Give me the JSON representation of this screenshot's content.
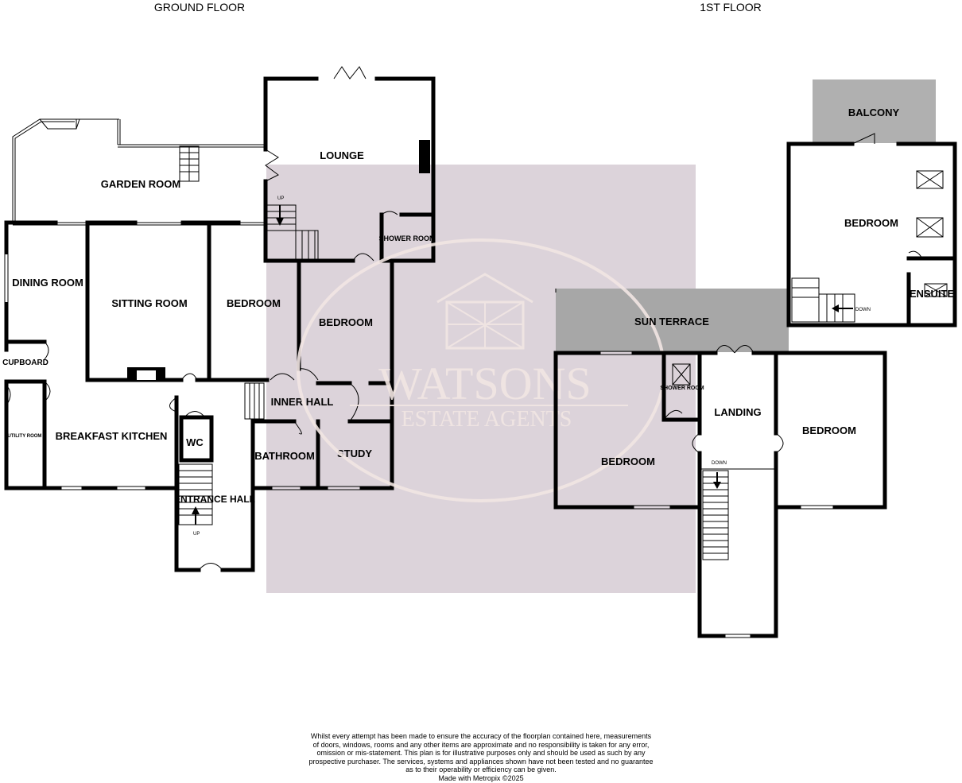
{
  "headings": {
    "ground_floor": "GROUND FLOOR",
    "first_floor": "1ST FLOOR"
  },
  "rooms": {
    "garden_room": "GARDEN ROOM",
    "lounge": "LOUNGE",
    "dining_room": "DINING ROOM",
    "sitting_room": "SITTING ROOM",
    "bedroom_ground_1": "BEDROOM",
    "bedroom_ground_2": "BEDROOM",
    "shower_room_ground": "SHOWER ROOM",
    "cupboard": "CUPBOARD",
    "utility_room": "UTILITY ROOM",
    "breakfast_kitchen": "BREAKFAST KITCHEN",
    "wc": "WC",
    "entrance_hall": "ENTRANCE HALL",
    "inner_hall": "INNER HALL",
    "bathroom": "BATHROOM",
    "study": "STUDY",
    "balcony": "BALCONY",
    "bedroom_first_top": "BEDROOM",
    "ensuite": "ENSUITE",
    "sun_terrace": "SUN TERRACE",
    "shower_room_first": "SHOWER ROOM",
    "landing": "LANDING",
    "bedroom_first_left": "BEDROOM",
    "bedroom_first_right": "BEDROOM"
  },
  "stair_labels": {
    "up_lounge": "UP",
    "up_entrance": "UP",
    "down_ensuite": "DOWN",
    "down_landing": "DOWN"
  },
  "watermark": {
    "name": "WATSONS",
    "tagline": "ESTATE AGENTS"
  },
  "disclaimer": {
    "lines": [
      "Whilst every attempt has been made to ensure the accuracy of the floorplan contained here, measurements",
      "of doors, windows, rooms and any other items are approximate and no responsibility is taken for any error,",
      "omission or mis-statement. This plan is for illustrative purposes only and should be used as such by any",
      "prospective purchaser. The services, systems and appliances shown have not been tested and no guarantee",
      "as to their operability or efficiency can be given."
    ],
    "credit": "Made with Metropix ©2025"
  },
  "colors": {
    "wall": "#000000",
    "terrace": "#a7a7a7",
    "balcony": "#b0b0b0",
    "watermark_bg": "#dcd3da",
    "watermark_line": "#f2e6e3"
  }
}
